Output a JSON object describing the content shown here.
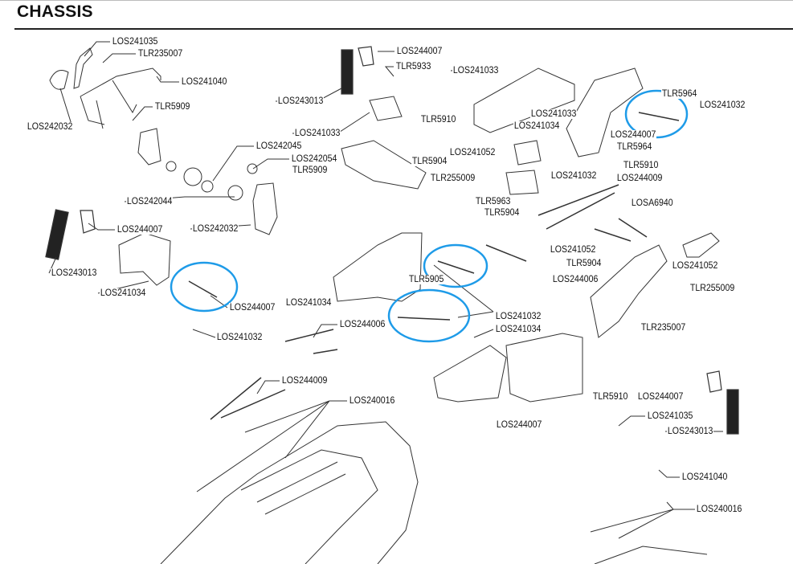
{
  "page": {
    "title": "CHASSIS"
  },
  "colors": {
    "highlight_circle": "#1e9be8",
    "line_art": "#333333"
  },
  "parts": [
    "LOS241035",
    "TLR235007",
    "LOS241040",
    "TLR5909",
    "LOS242032",
    "LOS242045",
    "LOS242054",
    "TLR5909",
    "LOS242044",
    "LOS242032",
    "LOS244007",
    "LOS243013",
    "LOS241034",
    "LOS244007",
    "LOS241032",
    "LOS244006",
    "LOS244009",
    "LOS240016",
    "LOS244007",
    "TLR5933",
    "LOS243013",
    "LOS241033",
    "LOS241033",
    "LOS241033",
    "LOS241034",
    "TLR5910",
    "LOS241052",
    "TLR5904",
    "TLR255009",
    "LOS241032",
    "LOS244009",
    "TLR5963",
    "TLR5904",
    "LOSA6940",
    "LOS241052",
    "TLR5904",
    "LOS244006",
    "TLR5964",
    "LOS241032",
    "LOS244007",
    "TLR5964",
    "TLR5910",
    "LOS241052",
    "TLR255009",
    "TLR5905",
    "LOS241034",
    "LOS241032",
    "LOS241034",
    "TLR235007",
    "TLR5910",
    "LOS244007",
    "LOS244007",
    "LOS241035",
    "LOS243013",
    "LOS241040",
    "LOS240016"
  ],
  "highlighted_parts_count": 4
}
